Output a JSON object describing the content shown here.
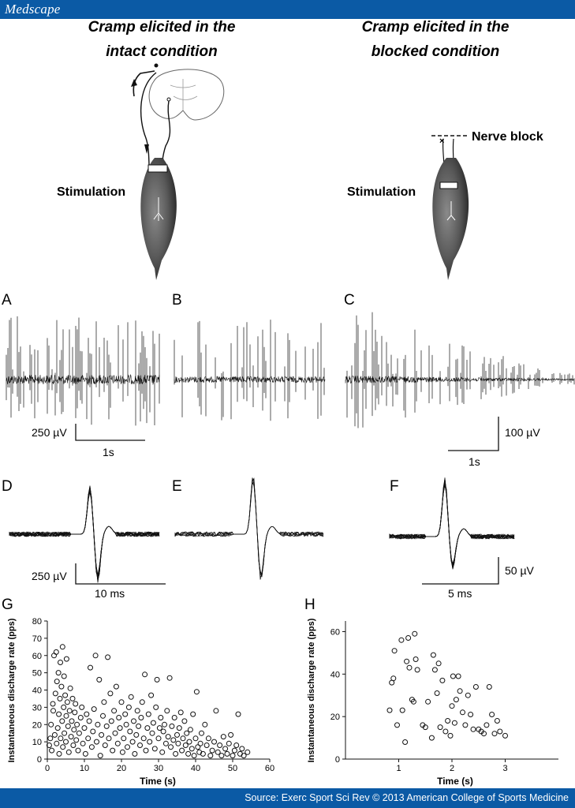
{
  "header": {
    "logo": "Medscape"
  },
  "footer": {
    "source": "Source: Exerc Sport Sci Rev © 2013 American College of Sports Medicine"
  },
  "figure": {
    "intact_title_line1": "Cramp elicited in the",
    "intact_title_line2": "intact condition",
    "blocked_title_line1": "Cramp elicited in the",
    "blocked_title_line2": "blocked condition",
    "stimulation_left": "Stimulation",
    "stimulation_right": "Stimulation",
    "nerve_block": "Nerve block",
    "panels": {
      "A": "A",
      "B": "B",
      "C": "C",
      "D": "D",
      "E": "E",
      "F": "F",
      "G": "G",
      "H": "H"
    },
    "scales": {
      "a_amp": "250 µV",
      "a_time": "1s",
      "c_amp": "100 µV",
      "c_time": "1s",
      "d_amp": "250 µV",
      "d_time": "10 ms",
      "f_amp": "50 µV",
      "f_time": "5 ms"
    }
  },
  "chart_data": [
    {
      "type": "scatter",
      "panel": "G",
      "xlabel": "Time (s)",
      "ylabel": "Instantaneous discharge rate (pps)",
      "xlim": [
        0,
        60
      ],
      "ylim": [
        0,
        80
      ],
      "xticks": [
        0,
        10,
        20,
        30,
        40,
        50,
        60
      ],
      "yticks": [
        0,
        10,
        20,
        30,
        40,
        50,
        60,
        70,
        80
      ],
      "points": [
        [
          0.5,
          8
        ],
        [
          0.8,
          12
        ],
        [
          1,
          20
        ],
        [
          1.2,
          5
        ],
        [
          1.5,
          32
        ],
        [
          1.6,
          28
        ],
        [
          1.8,
          60
        ],
        [
          2,
          14
        ],
        [
          2.2,
          38
        ],
        [
          2.4,
          62
        ],
        [
          2.5,
          9
        ],
        [
          2.6,
          45
        ],
        [
          2.8,
          18
        ],
        [
          3,
          50
        ],
        [
          3.1,
          26
        ],
        [
          3.2,
          3
        ],
        [
          3.4,
          35
        ],
        [
          3.5,
          56
        ],
        [
          3.6,
          12
        ],
        [
          3.8,
          42
        ],
        [
          4,
          22
        ],
        [
          4.1,
          65
        ],
        [
          4.2,
          7
        ],
        [
          4.4,
          30
        ],
        [
          4.5,
          48
        ],
        [
          4.6,
          15
        ],
        [
          4.8,
          37
        ],
        [
          5,
          10
        ],
        [
          5.1,
          25
        ],
        [
          5.2,
          58
        ],
        [
          5.4,
          33
        ],
        [
          5.6,
          19
        ],
        [
          5.8,
          4
        ],
        [
          6,
          28
        ],
        [
          6.2,
          41
        ],
        [
          6.4,
          13
        ],
        [
          6.6,
          22
        ],
        [
          6.8,
          35
        ],
        [
          7,
          8
        ],
        [
          7.2,
          17
        ],
        [
          7.4,
          27
        ],
        [
          7.6,
          32
        ],
        [
          7.8,
          11
        ],
        [
          8,
          20
        ],
        [
          8.3,
          5
        ],
        [
          8.6,
          15
        ],
        [
          9,
          24
        ],
        [
          9.3,
          30
        ],
        [
          9.6,
          9
        ],
        [
          10,
          18
        ],
        [
          10.3,
          3
        ],
        [
          10.6,
          26
        ],
        [
          11,
          12
        ],
        [
          11.3,
          22
        ],
        [
          11.6,
          53
        ],
        [
          12,
          7
        ],
        [
          12.3,
          16
        ],
        [
          12.6,
          29
        ],
        [
          13,
          60
        ],
        [
          13.3,
          10
        ],
        [
          13.6,
          20
        ],
        [
          14,
          46
        ],
        [
          14.3,
          2
        ],
        [
          14.6,
          14
        ],
        [
          15,
          25
        ],
        [
          15.3,
          33
        ],
        [
          15.6,
          8
        ],
        [
          16,
          19
        ],
        [
          16.3,
          59
        ],
        [
          16.6,
          12
        ],
        [
          17,
          38
        ],
        [
          17.3,
          22
        ],
        [
          17.6,
          5
        ],
        [
          18,
          28
        ],
        [
          18.3,
          15
        ],
        [
          18.6,
          42
        ],
        [
          19,
          9
        ],
        [
          19.3,
          24
        ],
        [
          19.6,
          18
        ],
        [
          20,
          33
        ],
        [
          20.3,
          4
        ],
        [
          20.6,
          12
        ],
        [
          21,
          26
        ],
        [
          21.3,
          20
        ],
        [
          21.6,
          7
        ],
        [
          22,
          30
        ],
        [
          22.3,
          16
        ],
        [
          22.6,
          36
        ],
        [
          23,
          10
        ],
        [
          23.3,
          22
        ],
        [
          23.6,
          3
        ],
        [
          24,
          14
        ],
        [
          24.3,
          28
        ],
        [
          24.6,
          19
        ],
        [
          25,
          8
        ],
        [
          25.3,
          24
        ],
        [
          25.6,
          33
        ],
        [
          26,
          12
        ],
        [
          26.3,
          49
        ],
        [
          26.6,
          5
        ],
        [
          27,
          18
        ],
        [
          27.3,
          26
        ],
        [
          27.6,
          10
        ],
        [
          28,
          37
        ],
        [
          28.3,
          15
        ],
        [
          28.6,
          21
        ],
        [
          29,
          6
        ],
        [
          29.3,
          30
        ],
        [
          29.6,
          46
        ],
        [
          30,
          12
        ],
        [
          30.3,
          18
        ],
        [
          30.6,
          24
        ],
        [
          31,
          4
        ],
        [
          31.3,
          16
        ],
        [
          31.6,
          20
        ],
        [
          32,
          9
        ],
        [
          32.3,
          28
        ],
        [
          32.6,
          13
        ],
        [
          33,
          47
        ],
        [
          33.3,
          7
        ],
        [
          33.6,
          19
        ],
        [
          34,
          11
        ],
        [
          34.3,
          24
        ],
        [
          34.6,
          3
        ],
        [
          35,
          14
        ],
        [
          35.3,
          9
        ],
        [
          35.6,
          18
        ],
        [
          36,
          27
        ],
        [
          36.3,
          5
        ],
        [
          36.6,
          12
        ],
        [
          37,
          22
        ],
        [
          37.3,
          8
        ],
        [
          37.6,
          15
        ],
        [
          38,
          3
        ],
        [
          38.3,
          10
        ],
        [
          38.6,
          17
        ],
        [
          39,
          6
        ],
        [
          39.3,
          26
        ],
        [
          39.6,
          2
        ],
        [
          40,
          12
        ],
        [
          40.3,
          39
        ],
        [
          40.6,
          7
        ],
        [
          41,
          4
        ],
        [
          41.3,
          9
        ],
        [
          41.6,
          15
        ],
        [
          42,
          3
        ],
        [
          42.5,
          20
        ],
        [
          43,
          8
        ],
        [
          43.5,
          12
        ],
        [
          44,
          2
        ],
        [
          44.5,
          5
        ],
        [
          45,
          10
        ],
        [
          45.5,
          28
        ],
        [
          46,
          4
        ],
        [
          46.5,
          8
        ],
        [
          47,
          2
        ],
        [
          47.5,
          13
        ],
        [
          48,
          6
        ],
        [
          48.5,
          3
        ],
        [
          49,
          9
        ],
        [
          49.5,
          14
        ],
        [
          50,
          2
        ],
        [
          50.5,
          5
        ],
        [
          51,
          8
        ],
        [
          51.5,
          26
        ],
        [
          52,
          3
        ],
        [
          52.5,
          6
        ],
        [
          53,
          2
        ],
        [
          54,
          4
        ]
      ]
    },
    {
      "type": "scatter",
      "panel": "H",
      "xlabel": "Time (s)",
      "ylabel": "Instantaneous discharge rate (pps)",
      "xlim": [
        0,
        4
      ],
      "ylim": [
        0,
        65
      ],
      "xticks": [
        1,
        2,
        3
      ],
      "yticks": [
        0,
        20,
        40,
        60
      ],
      "points": [
        [
          0.83,
          23
        ],
        [
          0.87,
          36
        ],
        [
          0.9,
          38
        ],
        [
          0.92,
          51
        ],
        [
          0.97,
          16
        ],
        [
          1.05,
          56
        ],
        [
          1.07,
          23
        ],
        [
          1.12,
          8
        ],
        [
          1.15,
          46
        ],
        [
          1.18,
          57
        ],
        [
          1.2,
          43
        ],
        [
          1.25,
          28
        ],
        [
          1.28,
          27
        ],
        [
          1.3,
          59
        ],
        [
          1.32,
          47
        ],
        [
          1.35,
          42
        ],
        [
          1.45,
          16
        ],
        [
          1.5,
          15
        ],
        [
          1.55,
          27
        ],
        [
          1.62,
          10
        ],
        [
          1.65,
          49
        ],
        [
          1.68,
          42
        ],
        [
          1.72,
          31
        ],
        [
          1.75,
          45
        ],
        [
          1.78,
          15
        ],
        [
          1.82,
          37
        ],
        [
          1.88,
          13
        ],
        [
          1.92,
          18
        ],
        [
          1.97,
          11
        ],
        [
          2.0,
          25
        ],
        [
          2.02,
          39
        ],
        [
          2.05,
          17
        ],
        [
          2.08,
          28
        ],
        [
          2.12,
          39
        ],
        [
          2.15,
          32
        ],
        [
          2.2,
          22
        ],
        [
          2.25,
          16
        ],
        [
          2.3,
          30
        ],
        [
          2.35,
          21
        ],
        [
          2.4,
          14
        ],
        [
          2.45,
          34
        ],
        [
          2.5,
          14
        ],
        [
          2.55,
          13
        ],
        [
          2.6,
          12
        ],
        [
          2.65,
          16
        ],
        [
          2.7,
          34
        ],
        [
          2.75,
          21
        ],
        [
          2.8,
          12
        ],
        [
          2.85,
          18
        ],
        [
          2.9,
          13
        ],
        [
          3.0,
          11
        ]
      ]
    }
  ]
}
